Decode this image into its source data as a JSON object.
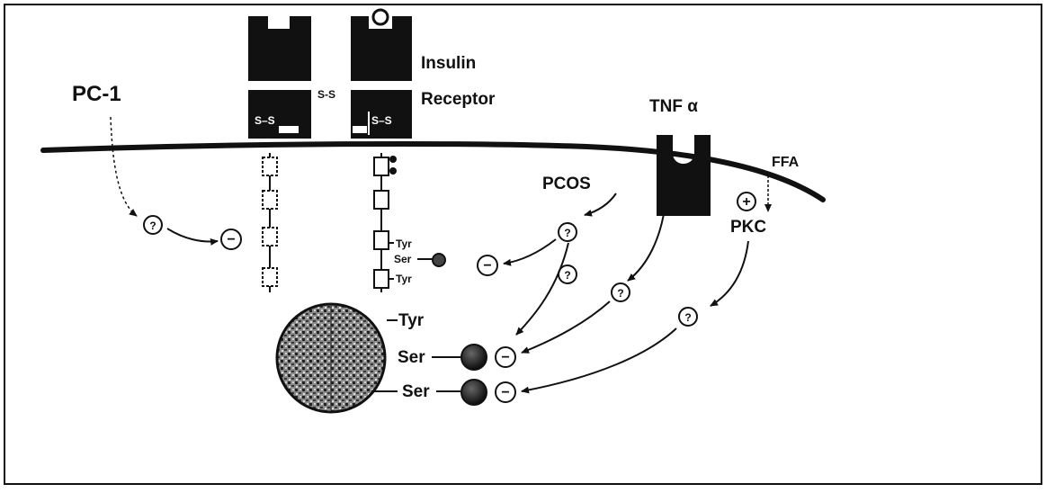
{
  "labels": {
    "pc1": "PC-1",
    "insulin": "Insulin",
    "receptor": "Receptor",
    "ss_between": "S-S",
    "ss_left": "S–S",
    "ss_right": "S–S",
    "tnf": "TNF α",
    "ffa": "FFA",
    "pcos": "PCOS",
    "pkc": "PKC",
    "question": "?",
    "minus": "−",
    "plus": "+",
    "tyr": "Tyr",
    "ser": "Ser"
  },
  "colors": {
    "ink": "#111111",
    "paper": "#ffffff",
    "sphere_dark": "#3a3a3a",
    "sphere_light": "#9a9a9a"
  }
}
